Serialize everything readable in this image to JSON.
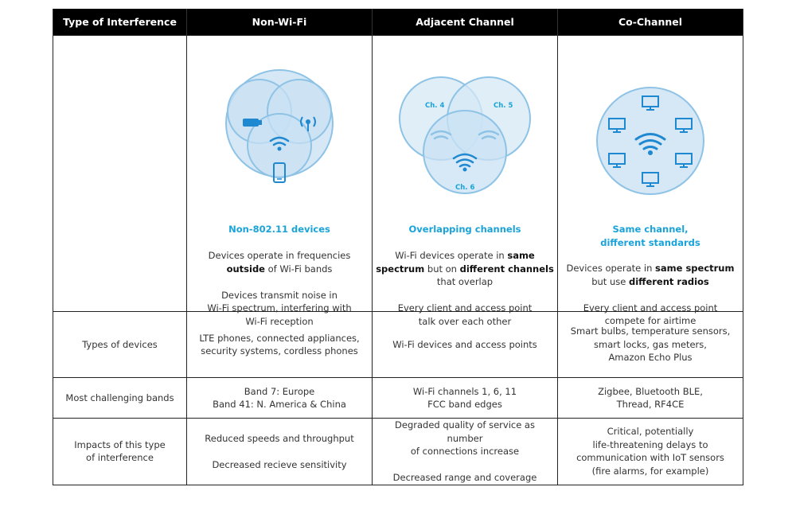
{
  "header": {
    "col1": "Type of Interference",
    "col2": "Non-Wi-Fi",
    "col3": "Adjacent Channel",
    "col4": "Co-Channel"
  },
  "non_wifi": {
    "title": "Non-802.11 devices",
    "desc1_a": "Devices operate in frequencies",
    "desc1_b_bold": "outside",
    "desc1_b_rest": " of Wi-Fi bands",
    "desc2_l1": "Devices transmit noise in",
    "desc2_l2": "Wi-Fi spectrum, interfering with",
    "desc2_l3": "Wi-Fi reception"
  },
  "adjacent": {
    "ch4": "Ch. 4",
    "ch5": "Ch. 5",
    "ch6": "Ch. 6",
    "title": "Overlapping channels",
    "desc1_l1_a": "Wi-Fi devices operate in ",
    "desc1_l1_b_bold": "same",
    "desc1_l2_a_bold": "spectrum",
    "desc1_l2_b": " but on ",
    "desc1_l2_c_bold": "different channels",
    "desc1_l3": "that overlap",
    "desc2_l1": "Every client and access point",
    "desc2_l2": "talk over each other"
  },
  "cochannel": {
    "title_l1": "Same channel,",
    "title_l2": "different standards",
    "desc1_l1_a": "Devices operate in ",
    "desc1_l1_b_bold": "same spectrum",
    "desc1_l2_a": "but use ",
    "desc1_l2_b_bold": "different radios",
    "desc2_l1": "Every client and access point",
    "desc2_l2": "compete for airtime"
  },
  "rows": {
    "devices": {
      "label": "Types of devices",
      "nonwifi_l1": "LTE phones, connected appliances,",
      "nonwifi_l2": "security systems, cordless phones",
      "adjacent": "Wi-Fi devices and access points",
      "co_l1": "Smart bulbs, temperature sensors,",
      "co_l2": "smart locks, gas meters,",
      "co_l3": "Amazon Echo Plus"
    },
    "bands": {
      "label": "Most challenging bands",
      "nonwifi_l1": "Band 7: Europe",
      "nonwifi_l2": "Band 41: N. America & China",
      "adjacent_l1": "Wi-Fi channels 1, 6, 11",
      "adjacent_l2": "FCC band edges",
      "co_l1": "Zigbee, Bluetooth BLE,",
      "co_l2": "Thread, RF4CE"
    },
    "impacts": {
      "label_l1": "Impacts of this type",
      "label_l2": "of interference",
      "nonwifi_l1": "Reduced speeds and throughput",
      "nonwifi_l2": "Decreased recieve sensitivity",
      "adjacent_l1": "Degraded quality of service as number",
      "adjacent_l2": "of connections increase",
      "adjacent_l3": "Decreased range and coverage",
      "co_l1": "Critical, potentially",
      "co_l2": "life-threatening delays to",
      "co_l3": "communication with IoT sensors",
      "co_l4": "(fire alarms, for example)"
    }
  },
  "colors": {
    "accent": "#1aa3d9",
    "circle_fill": "#d6e8f6",
    "circle_stroke": "#8ec3e6",
    "icon_blue": "#1e88d0",
    "header_bg": "#000000"
  }
}
